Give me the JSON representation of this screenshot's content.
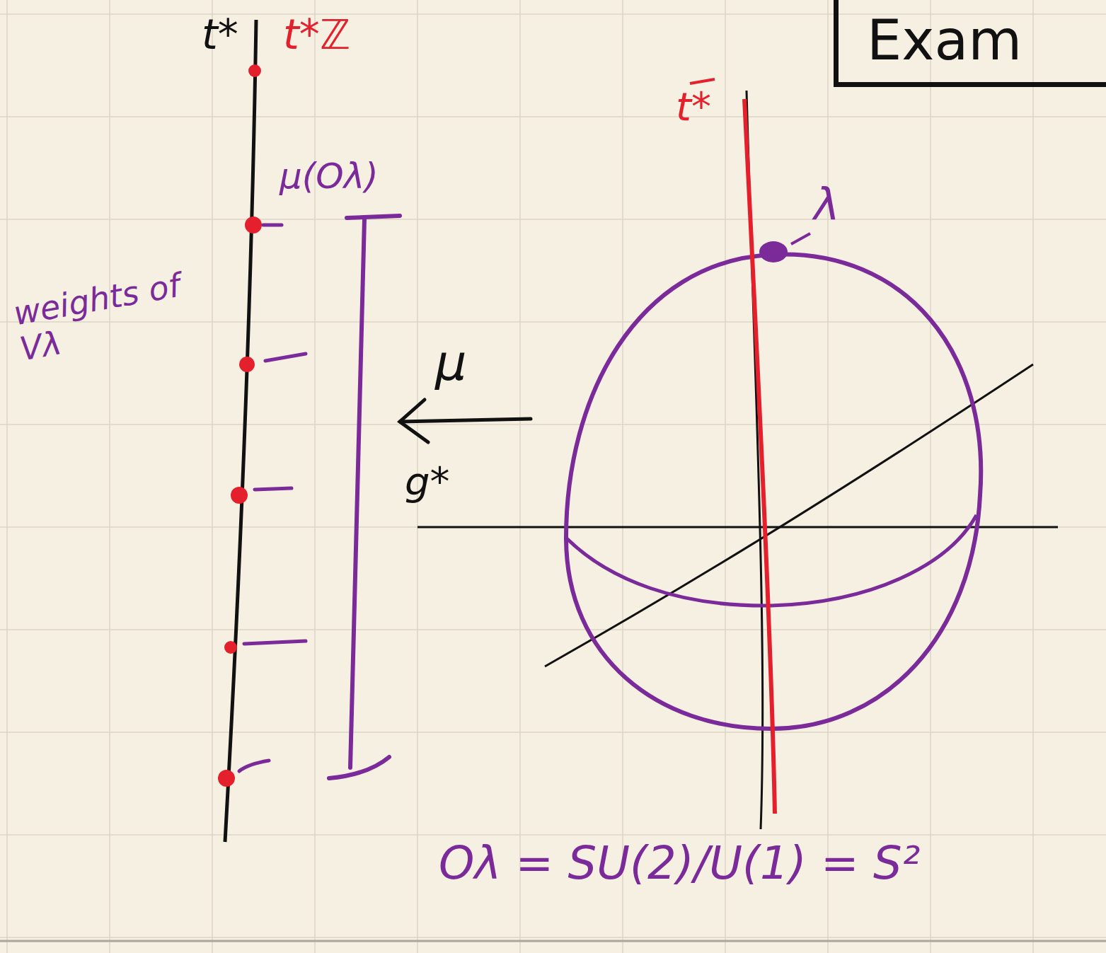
{
  "diagram": {
    "nodes": [
      {
        "text": [
          "Exam"
        ]
      }
    ],
    "labels": [
      "t*",
      "t*ℤ",
      "μ(Oλ)",
      "weights of Vλ",
      "μ",
      "t*",
      "λ",
      "g*",
      "Oλ = SU(2)/U(1) = S²"
    ]
  }
}
